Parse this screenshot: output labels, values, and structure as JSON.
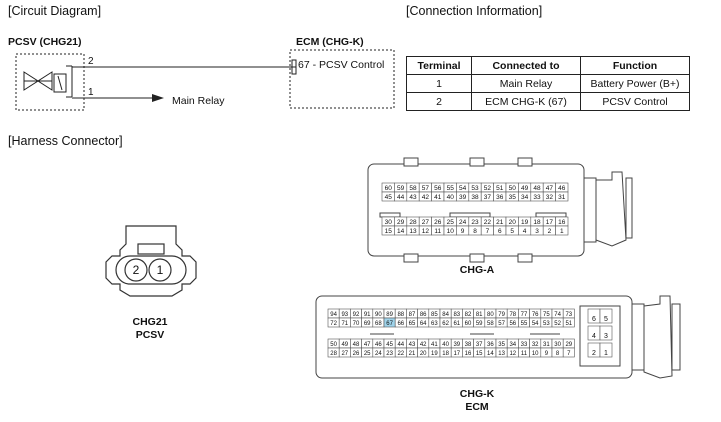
{
  "sections": {
    "circuit": "[Circuit Diagram]",
    "connection": "[Connection Information]",
    "harness": "[Harness Connector]"
  },
  "circuit": {
    "pcsv_title": "PCSV (CHG21)",
    "ecm_title": "ECM (CHG-K)",
    "ecm_label": "67 - PCSV Control",
    "pin2": "2",
    "pin1": "1",
    "main_relay": "Main Relay"
  },
  "connection_table": {
    "headers": [
      "Terminal",
      "Connected to",
      "Function"
    ],
    "rows": [
      [
        "1",
        "Main Relay",
        "Battery Power (B+)"
      ],
      [
        "2",
        "ECM CHG-K (67)",
        "PCSV Control"
      ]
    ]
  },
  "connectors": {
    "pcsv": {
      "pin_left": "2",
      "pin_right": "1",
      "name": "CHG21",
      "sub": "PCSV"
    },
    "chga": {
      "name": "CHG-A",
      "rows": [
        [
          "60",
          "59",
          "58",
          "57",
          "56",
          "55",
          "54",
          "53",
          "52",
          "51",
          "50",
          "49",
          "48",
          "47",
          "46"
        ],
        [
          "45",
          "44",
          "43",
          "42",
          "41",
          "40",
          "39",
          "38",
          "37",
          "36",
          "35",
          "34",
          "33",
          "32",
          "31"
        ],
        [
          "30",
          "29",
          "28",
          "27",
          "26",
          "25",
          "24",
          "23",
          "22",
          "21",
          "20",
          "19",
          "18",
          "17",
          "16"
        ],
        [
          "15",
          "14",
          "13",
          "12",
          "11",
          "10",
          "9",
          "8",
          "7",
          "6",
          "5",
          "4",
          "3",
          "2",
          "1"
        ]
      ]
    },
    "chgk": {
      "name": "CHG-K",
      "sub": "ECM",
      "highlight": "67",
      "rows": [
        [
          "94",
          "93",
          "92",
          "91",
          "90",
          "89",
          "88",
          "87",
          "86",
          "85",
          "84",
          "83",
          "82",
          "81",
          "80",
          "79",
          "78",
          "77",
          "76",
          "75",
          "74",
          "73"
        ],
        [
          "72",
          "71",
          "70",
          "69",
          "68",
          "67",
          "66",
          "65",
          "64",
          "63",
          "62",
          "61",
          "60",
          "59",
          "58",
          "57",
          "56",
          "55",
          "54",
          "53",
          "52",
          "51"
        ],
        [
          "50",
          "49",
          "48",
          "47",
          "46",
          "45",
          "44",
          "43",
          "42",
          "41",
          "40",
          "39",
          "38",
          "37",
          "36",
          "35",
          "34",
          "33",
          "32",
          "31",
          "30",
          "29"
        ],
        [
          "28",
          "27",
          "26",
          "25",
          "24",
          "23",
          "22",
          "21",
          "20",
          "19",
          "18",
          "17",
          "16",
          "15",
          "14",
          "13",
          "12",
          "11",
          "10",
          "9",
          "8",
          "7"
        ]
      ],
      "side": [
        [
          "6",
          "5"
        ],
        [
          "4",
          "3"
        ],
        [
          "2",
          "1"
        ]
      ]
    }
  }
}
